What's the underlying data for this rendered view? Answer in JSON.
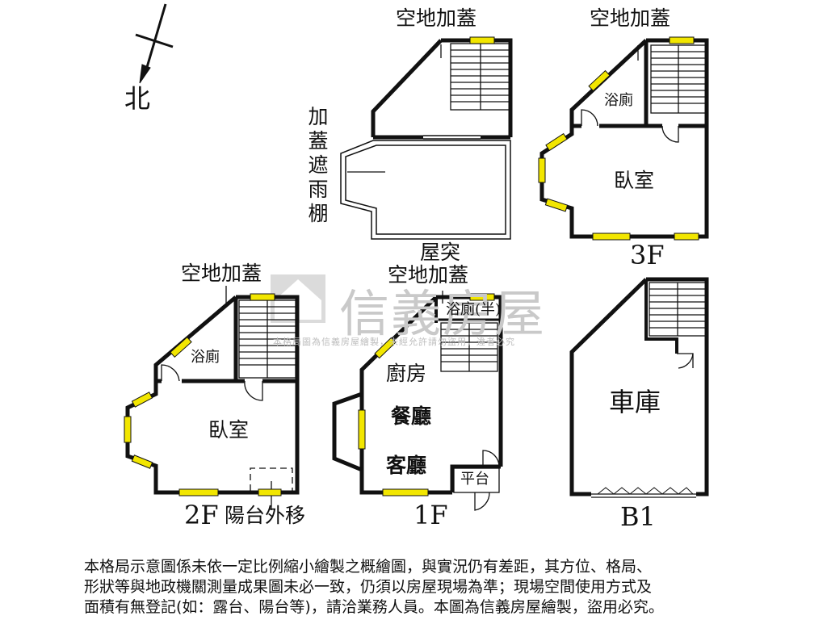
{
  "north_label": "北",
  "floors": {
    "roof": {
      "rooftop_extension": "空地加蓋",
      "awning": [
        "加",
        "蓋",
        "遮",
        "雨",
        "棚"
      ],
      "caption_line1": "屋突",
      "caption_line2": "空地加蓋"
    },
    "f3": {
      "extension": "空地加蓋",
      "bathroom": "浴廁",
      "bedroom": "臥室",
      "floor_label": "3F"
    },
    "f2": {
      "extension": "空地加蓋",
      "bathroom": "浴廁",
      "bedroom": "臥室",
      "floor_label": "2F",
      "balcony_note": "陽台外移"
    },
    "f1": {
      "bathroom": "浴廁(半)",
      "kitchen": "廚房",
      "dining": "餐廳",
      "living": "客廳",
      "platform": "平台",
      "floor_label": "1F"
    },
    "b1": {
      "garage": "車庫",
      "floor_label": "B1"
    }
  },
  "watermark": {
    "brand": "信義房屋",
    "notice": "本格局圖為信義房屋繪製，未經允許請勿盜用，違者必究"
  },
  "disclaimer": [
    "本格局示意圖係未依一定比例縮小繪製之概繪圖，與實況仍有差距，其方位、格局、",
    "形狀等與地政機關測量成果圖未必一致，仍須以房屋現場為準；現場空間使用方式及",
    "面積有無登記(如：露台、陽台等)，請洽業務人員。本圖為信義房屋繪製，盜用必究。"
  ],
  "colors": {
    "wall": "#111111",
    "window": "#f2e600",
    "watermark": "#c9c9c9"
  }
}
